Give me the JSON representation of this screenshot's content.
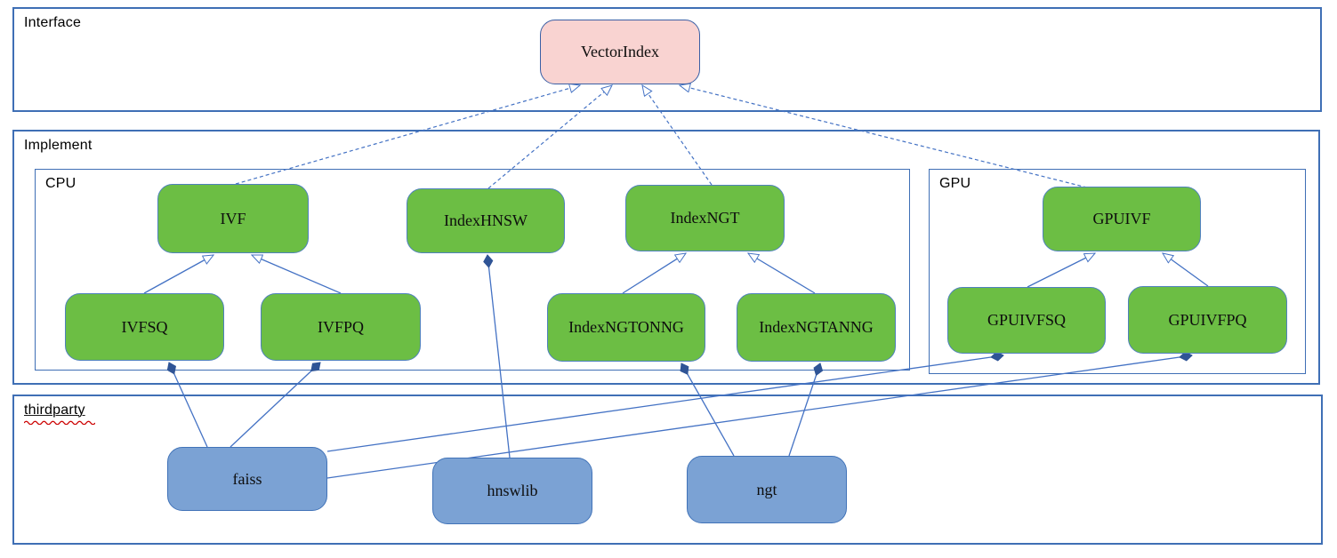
{
  "diagram": {
    "type": "uml-class-diagram",
    "regions": {
      "interface": {
        "label": "Interface"
      },
      "implement": {
        "label": "Implement"
      },
      "cpu": {
        "label": "CPU"
      },
      "gpu": {
        "label": "GPU"
      },
      "thirdparty": {
        "label": "thirdparty",
        "spellcheck_underline": true
      }
    },
    "nodes": {
      "vectorindex": {
        "label": "VectorIndex",
        "group": "interface"
      },
      "ivf": {
        "label": "IVF",
        "group": "cpu"
      },
      "indexhnsw": {
        "label": "IndexHNSW",
        "group": "cpu"
      },
      "indexngt": {
        "label": "IndexNGT",
        "group": "cpu"
      },
      "ivfsq": {
        "label": "IVFSQ",
        "group": "cpu"
      },
      "ivfpq": {
        "label": "IVFPQ",
        "group": "cpu"
      },
      "indexngtonng": {
        "label": "IndexNGTONNG",
        "group": "cpu"
      },
      "indexngtanng": {
        "label": "IndexNGTANNG",
        "group": "cpu"
      },
      "gpuivf": {
        "label": "GPUIVF",
        "group": "gpu"
      },
      "gpuivfsq": {
        "label": "GPUIVFSQ",
        "group": "gpu"
      },
      "gpuivfpq": {
        "label": "GPUIVFPQ",
        "group": "gpu"
      },
      "faiss": {
        "label": "faiss",
        "group": "thirdparty"
      },
      "hnswlib": {
        "label": "hnswlib",
        "group": "thirdparty"
      },
      "ngt": {
        "label": "ngt",
        "group": "thirdparty"
      }
    },
    "edges": [
      {
        "from": "IVF",
        "to": "VectorIndex",
        "type": "realization"
      },
      {
        "from": "IndexHNSW",
        "to": "VectorIndex",
        "type": "realization"
      },
      {
        "from": "IndexNGT",
        "to": "VectorIndex",
        "type": "realization"
      },
      {
        "from": "GPUIVF",
        "to": "VectorIndex",
        "type": "realization"
      },
      {
        "from": "IVFSQ",
        "to": "IVF",
        "type": "inheritance"
      },
      {
        "from": "IVFPQ",
        "to": "IVF",
        "type": "inheritance"
      },
      {
        "from": "IndexNGTONNG",
        "to": "IndexNGT",
        "type": "inheritance"
      },
      {
        "from": "IndexNGTANNG",
        "to": "IndexNGT",
        "type": "inheritance"
      },
      {
        "from": "GPUIVFSQ",
        "to": "GPUIVF",
        "type": "inheritance"
      },
      {
        "from": "GPUIVFPQ",
        "to": "GPUIVF",
        "type": "inheritance"
      },
      {
        "from": "faiss",
        "to": "IVFSQ",
        "type": "composition"
      },
      {
        "from": "faiss",
        "to": "IVFPQ",
        "type": "composition"
      },
      {
        "from": "faiss",
        "to": "GPUIVFSQ",
        "type": "composition"
      },
      {
        "from": "faiss",
        "to": "GPUIVFPQ",
        "type": "composition"
      },
      {
        "from": "hnswlib",
        "to": "IndexHNSW",
        "type": "composition"
      },
      {
        "from": "ngt",
        "to": "IndexNGTONNG",
        "type": "composition"
      },
      {
        "from": "ngt",
        "to": "IndexNGTANNG",
        "type": "composition"
      }
    ],
    "colors": {
      "interface_node_fill": "#f9d3d1",
      "implement_node_fill": "#6cbe44",
      "thirdparty_node_fill": "#7ba2d4",
      "region_border": "#3f6fb5",
      "connector": "#4472c4",
      "composition_diamond": "#2f5496",
      "spellcheck_wave": "#cc0000"
    }
  }
}
